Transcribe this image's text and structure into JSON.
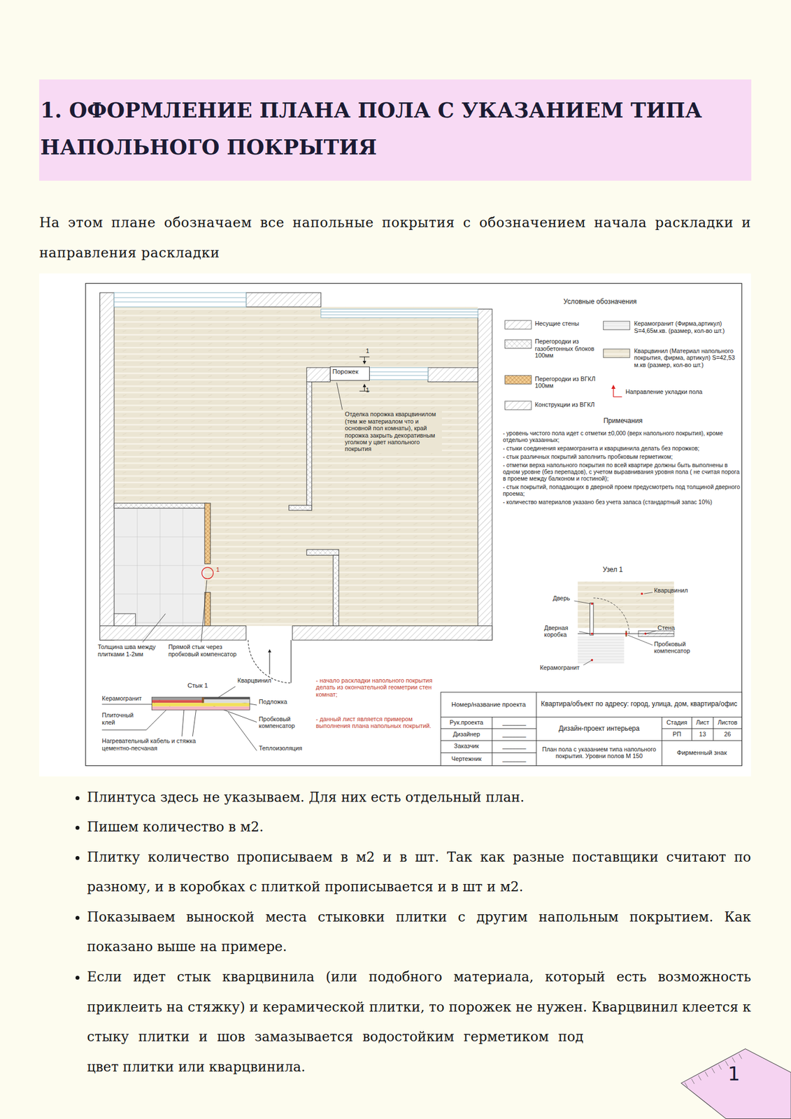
{
  "diagram": {
    "title": "1. ОФОРМЛЕНИЕ ПЛАНА ПОЛА С УКАЗАНИЕМ ТИПА НАПОЛЬНОГО ПОКРЫТИЯ",
    "labels": [
      "На этом плане обозначаем все напольные покрытия с обозначением начала раскладки и направления раскладки",
      "1",
      "Порожек",
      "1",
      "Отделка порожка кварцвинилом (тем же материалом что и основной пол комнаты), край порожка закрыть декоративным уголком у цвет напольного покрытия",
      "1",
      "Толщина шва между плитками 1-2мм",
      "Прямой стык через пробковый компенсатор",
      "Стык 1",
      "Кварцвинил",
      "Керамогранит",
      "Подложка",
      "Плиточный клей",
      "Пробковый компенсатор",
      "Нагревательный кабель и стяжка цементно-песчаная",
      "Теплоизоляция",
      "- начало раскладки напольного покрытия делать из окончательной геометрии стен комнат;",
      "- данный лист является примером выполнения плана напольных покрытий.",
      "Условные обозначения",
      "Примечания",
      "- уровень чистого пола идет с отметки ±0,000 (верх напольного покрытия), кроме отдельно указанных;",
      "- стыки соединения керамогранита и кварцвинила делать без порожков;",
      "- стык различных покрытий заполнить пробковым герметиком;",
      "- отметки верха напольного покрытия по всей квартире должны быть выполнены в одном уровне (без перепадов), с учетом выравнивания уровня пола ( не считая порога в проеме между балконом и гостиной);",
      "- стык покрытий, попадающих в дверной проем предусмотреть под толщиной дверного проема;",
      "- количество материалов указано без учета запаса (стандартный запас 10%)",
      "Узел 1",
      "Кварцвинил",
      "Дверь",
      "Дверная коробка",
      "Стена",
      "Пробковый компенсатор",
      "Керамогранит",
      "Номер/название проекта",
      "Рук.проекта",
      "_______",
      "Дизайнер",
      "_______",
      "Заказчик",
      "_______",
      "Чертежник",
      "_______",
      "Квартира/объект по адресу: город, улица, дом, квартира/офис",
      "Дизайн-проект интерьера",
      "Стадия",
      "Лист",
      "Листов",
      "РП",
      "13",
      "26",
      "План пола с указанием типа напольного покрытия. Уровни полов М 150",
      "Фирменный знак",
      "Плинтуса здесь не указываем. Для них есть отдельный план.",
      "Пишем количество в м2.",
      "Плитку количество прописываем в м2 и в шт. Так как разные поставщики считают по разному, и в коробках с плиткой прописывается и в шт и м2.",
      "Показываем выноской места стыковки плитки с другим напольным покрытием. Как показано выше на примере.",
      "Если идет стык кварцвинила (или подобного материала, который есть возможность приклеить на стяжку) и керамической плитки, то порожек не нужен. Кварцвинил клеется к стыку плитки и шов замазывается водостойким герметиком под цвет плитки или кварцвинила.",
      "1"
    ],
    "legend": [
      {
        "text": "Несущие стены"
      },
      {
        "text": "Перегородки из газобетонных блоков 100мм"
      },
      {
        "text": "Перегородки из ВГКЛ 100мм"
      },
      {
        "text": "Конструкции из ВГКЛ"
      },
      {
        "text": "Керамогранит (Фирма,артикул) S=4,65м.кв. (размер, кол-во шт.)"
      },
      {
        "text": "Кварцвинил (Материал напольного покрытия, фирма, артикул) S=42,53 м.кв (размер, кол-во шт.)"
      },
      {
        "text": "Направление укладки пола"
      }
    ]
  }
}
